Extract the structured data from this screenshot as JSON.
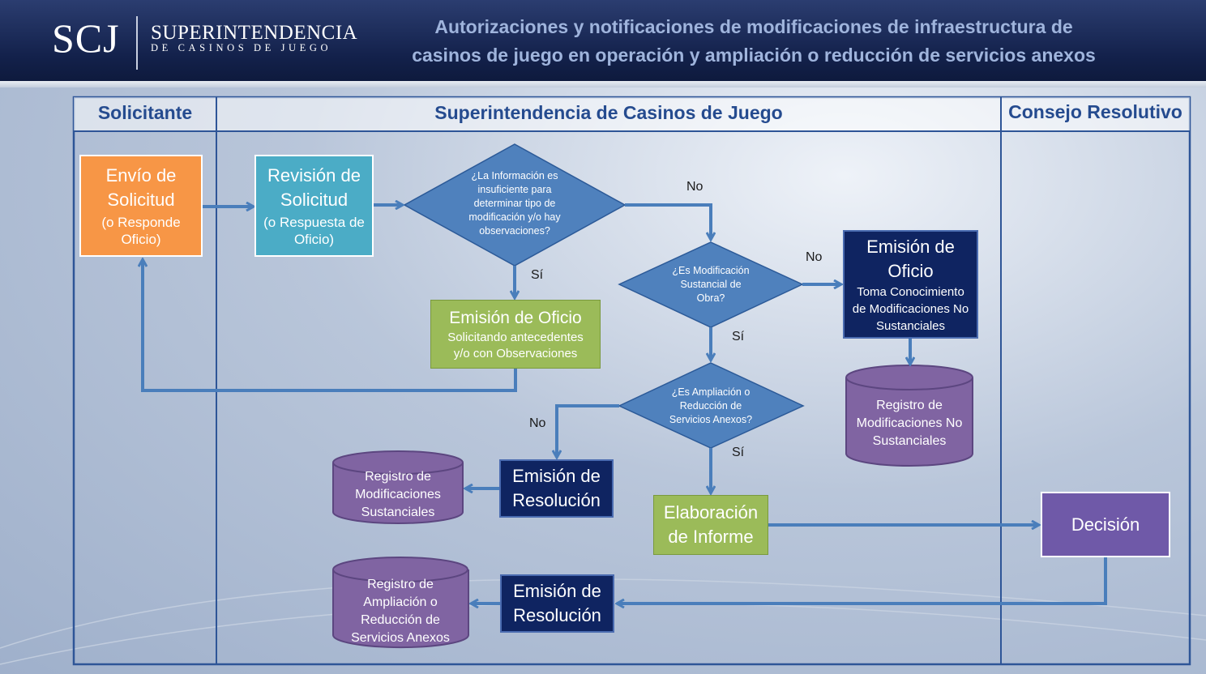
{
  "header": {
    "logo_initials": "SCJ",
    "logo_name": "SUPERINTENDENCIA",
    "logo_subtitle": "DE CASINOS DE JUEGO",
    "title_line1": "Autorizaciones y notificaciones de modificaciones de infraestructura de",
    "title_line2": "casinos de juego en operación y ampliación o reducción de servicios anexos"
  },
  "lanes": {
    "solicitante": "Solicitante",
    "scj": "Superintendencia de Casinos de Juego",
    "consejo": "Consejo Resolutivo"
  },
  "nodes": {
    "envio": {
      "title": "Envío de Solicitud",
      "sub": "(o Responde Oficio)"
    },
    "revision": {
      "title": "Revisión de Solicitud",
      "sub": "(o Respuesta de Oficio)"
    },
    "decision1": "¿La Información es insuficiente para determinar tipo de modificación y/o hay observaciones?",
    "oficio_obs": {
      "title": "Emisión de Oficio",
      "sub": "Solicitando antecedentes y/o con Observaciones"
    },
    "decision2": "¿Es Modificación Sustancial de Obra?",
    "oficio_nosust": {
      "title": "Emisión de Oficio",
      "sub": "Toma Conocimiento de Modificaciones No Sustanciales"
    },
    "registro_nosust": "Registro de Modificaciones No Sustanciales",
    "decision3": "¿Es Ampliación o Reducción de Servicios Anexos?",
    "resolucion1": "Emisión de Resolución",
    "registro_sust": "Registro de Modificaciones Sustanciales",
    "informe": "Elaboración de Informe",
    "decision_final": "Decisión",
    "resolucion2": "Emisión de Resolución",
    "registro_ampliacion": "Registro de Ampliación o Reducción de Servicios Anexos"
  },
  "edge_labels": {
    "d1_no": "No",
    "d1_si": "Sí",
    "d2_no": "No",
    "d2_si": "Sí",
    "d3_no": "No",
    "d3_si": "Sí"
  },
  "colors": {
    "orange": "#f79646",
    "teal": "#4bacc6",
    "green": "#9bbb59",
    "navy": "#0f2461",
    "blue_diamond": "#4f81bd",
    "purple_cylinder": "#8064a2",
    "purple_decision": "#6f59a8",
    "arrow": "#4a7ebb",
    "lane_border": "#2e5597"
  }
}
